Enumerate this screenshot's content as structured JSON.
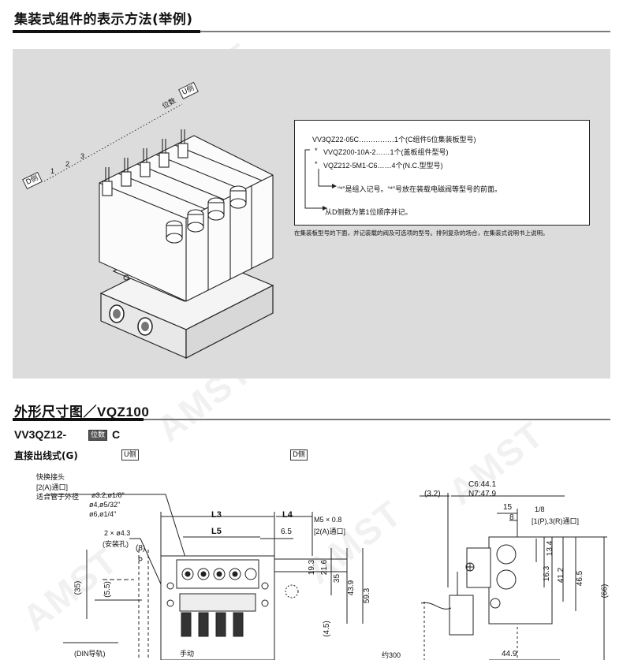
{
  "section1": {
    "title": "集装式组件的表示方法(举例)"
  },
  "illustration": {
    "u_side": "U侧",
    "d_side": "D侧",
    "station_label": "位数",
    "station_numbers": [
      "1",
      "2",
      "3"
    ]
  },
  "callout": {
    "line1": "VV3QZ22-05C……………1个(C组件5位集装板型号)",
    "line2": "VVQZ200-10A-2……1个(盖板组件型号)",
    "line3": "VQZ212-5M1-C6……4个(N.C.型型号)",
    "star": "*",
    "note_star": "“*”是组入记号。“*”号放在装载电磁阀等型号的前面。",
    "note_order": "从D侧数为第1位顺序并记。"
  },
  "caption": "在集装板型号的下面，并记装载的阀及可选项的型号。排列复杂的场合，在集装式说明书上说明。",
  "section2": {
    "title_prefix": "外形尺寸图／",
    "title_model": "VQZ100"
  },
  "model": {
    "code": "VV3QZ12-",
    "station_box": "位数",
    "suffix": "C",
    "type": "直接出线式(G)",
    "u_side": "U侧",
    "d_side": "D侧"
  },
  "labels": {
    "fitting": "快换接头",
    "port2a": "[2(A)通口]",
    "tube_od": "适合管子外径",
    "tube1": "ø3.2,ø1/8\"",
    "tube2": "ø4,ø5/32\"",
    "tube3": "ø6,ø1/4\"",
    "mount_hole": "2 × ø4.3",
    "mount_note": "(安装孔)",
    "din_rail": "(DIN导轨)",
    "manual": "手动",
    "m5": "M5 × 0.8",
    "m5_port": "[2(A)通口]",
    "rc18": "1/8",
    "rc18_port": "[1(P),3(R)通口]",
    "approx300": "约300"
  },
  "dims": {
    "L3": "L3",
    "L4": "L4",
    "L5": "L5",
    "d8": "(8)",
    "d35": "(35)",
    "d55": "(5.5)",
    "d65": "6.5",
    "d193": "19.3",
    "d216": "21.6",
    "d35b": "35",
    "d439": "43.9",
    "d593": "59.3",
    "d45": "(4.5)",
    "c6": "C6:44.1",
    "n7": "N7:47.9",
    "d32": "(3.2)",
    "d15": "15",
    "d8b": "8",
    "d134": "13.4",
    "d163": "16.3",
    "d412": "41.2",
    "d465": "46.5",
    "d66": "(66)",
    "d449": "44.9"
  },
  "watermark": "AMST"
}
